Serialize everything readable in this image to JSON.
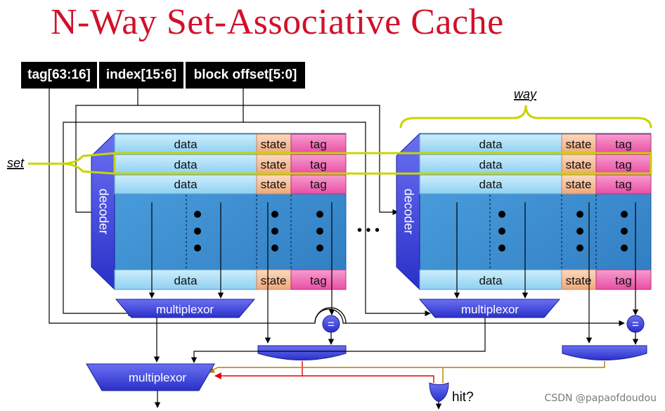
{
  "title": "N-Way Set-Associative Cache",
  "address_fields": [
    "tag[63:16]",
    "index[15:6]",
    "block offset[5:0]"
  ],
  "labels": {
    "way": "way",
    "set": "set",
    "decoder": "decoder",
    "data": "data",
    "state": "state",
    "tag": "tag",
    "multiplexor": "multiplexor",
    "hit": "hit?",
    "compare": "=",
    "ellipsis": "• • •"
  },
  "colors": {
    "title": "#d1102a",
    "data_cell": "#a6dcf6",
    "state_cell": "#f6bf97",
    "tag_cell": "#f06ab4",
    "array_body": "#3d8fd1",
    "decoder": "#3e45e0",
    "multiplexor": "#3e45e0",
    "set_highlight": "#c8d400"
  },
  "watermark": "CSDN @papaofdoudou"
}
